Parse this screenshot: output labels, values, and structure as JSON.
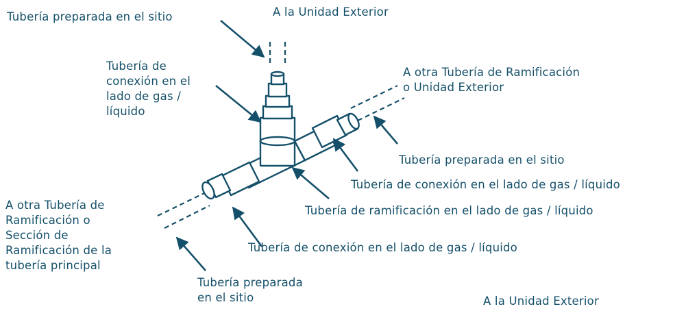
{
  "colors": {
    "ink": "#15506a",
    "background": "#ffffff"
  },
  "labels": {
    "top_field_piping": "Tubería preparada en el sitio",
    "top_outdoor_unit": "A la Unidad Exterior",
    "vertical_connection_pipe": [
      "Tubería de",
      "conexión en el",
      "lado de gas /",
      "líquido"
    ],
    "right_other_branch": [
      "A otra Tubería de Ramificación",
      "o Unidad Exterior"
    ],
    "right_field_piping": "Tubería preparada en el sitio",
    "right_connection_pipe": "Tubería de conexión en el lado de gas / líquido",
    "branch_pipe": "Tubería de ramificación en el lado de gas / líquido",
    "left_other_branch": [
      "A otra Tubería de",
      "Ramificación o",
      "Sección de",
      "Ramificación de la",
      "tubería principal"
    ],
    "bottom_connection_pipe": "Tubería de conexión en el lado de gas / líquido",
    "bottom_field_piping": [
      "Tubería preparada",
      "en el sitio"
    ],
    "bottom_outdoor_unit": "A la Unidad Exterior"
  }
}
